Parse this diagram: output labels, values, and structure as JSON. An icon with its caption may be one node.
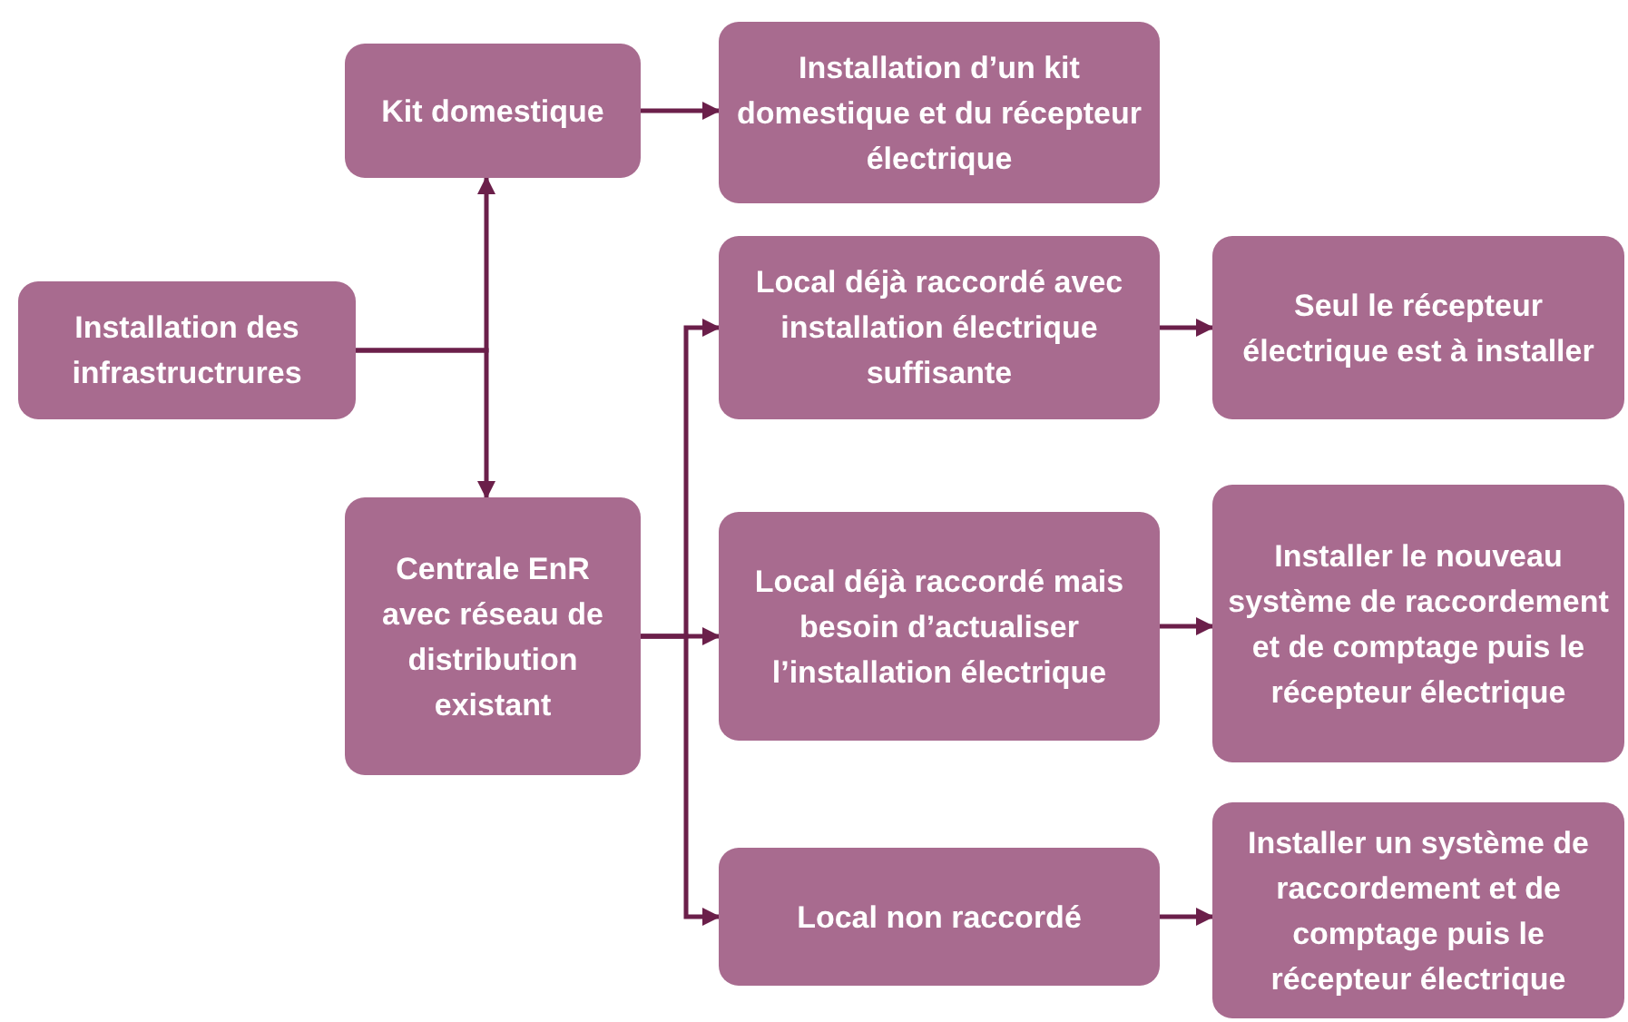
{
  "diagram": {
    "nodes": [
      {
        "text": [
          "Installation des infrastructrures"
        ]
      },
      {
        "text": [
          "Kit domestique"
        ]
      },
      {
        "text": [
          "Installation d’un kit domestique et du récepteur électrique"
        ]
      },
      {
        "text": [
          "Centrale EnR avec réseau de distribution existant"
        ]
      },
      {
        "text": [
          "Local déjà raccordé avec installation électrique suffisante"
        ]
      },
      {
        "text": [
          "Seul le récepteur électrique est à installer"
        ]
      },
      {
        "text": [
          "Local déjà raccordé mais besoin d’actualiser l’installation électrique"
        ]
      },
      {
        "text": [
          "Installer le nouveau système de raccordement et de comptage puis le récepteur électrique"
        ]
      },
      {
        "text": [
          "Local non raccordé"
        ]
      },
      {
        "text": [
          "Installer un système de raccordement et de comptage puis le récepteur électrique"
        ]
      }
    ],
    "edges": [
      {
        "from": 0,
        "to": 1,
        "arrow": "to"
      },
      {
        "from": 0,
        "to": 3,
        "arrow": "to"
      },
      {
        "from": 1,
        "to": 2,
        "arrow": "to"
      },
      {
        "from": 3,
        "to": 4,
        "arrow": "to"
      },
      {
        "from": 3,
        "to": 6,
        "arrow": "to"
      },
      {
        "from": 3,
        "to": 8,
        "arrow": "to"
      },
      {
        "from": 4,
        "to": 5,
        "arrow": "to"
      },
      {
        "from": 6,
        "to": 7,
        "arrow": "to"
      },
      {
        "from": 8,
        "to": 9,
        "arrow": "to"
      }
    ]
  }
}
